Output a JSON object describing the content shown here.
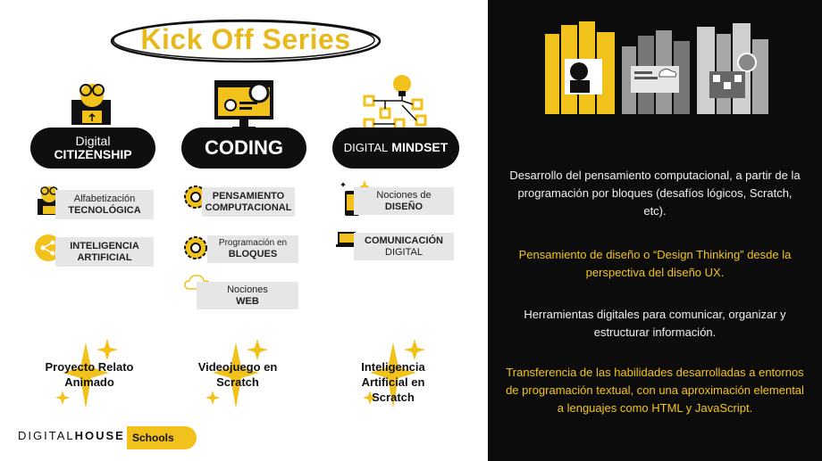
{
  "title": "Kick Off Series",
  "categories": {
    "citizenship": {
      "line1": "Digital",
      "line2": "CITIZENSHIP"
    },
    "coding": {
      "label": "CODING"
    },
    "mindset": {
      "line1": "DIGITAL",
      "line2": "MINDSET"
    }
  },
  "topics": {
    "alfabetizacion": {
      "line1": "Alfabetización",
      "line2": "TECNOLÓGICA"
    },
    "ia": {
      "line1": "INTELIGENCIA",
      "line2": "ARTIFICIAL"
    },
    "pensamiento": {
      "line1": "PENSAMIENTO",
      "line2": "COMPUTACIONAL"
    },
    "bloques": {
      "line1": "Programación en",
      "line2": "BLOQUES"
    },
    "web": {
      "line1": "Nociones",
      "line2": "WEB"
    },
    "diseno": {
      "line1": "Nociones de",
      "line2": "DISEÑO"
    },
    "comunicacion": {
      "line1": "COMUNICACIÓN",
      "line2": "DIGITAL"
    }
  },
  "projects": {
    "p1": {
      "line1": "Proyecto Relato",
      "line2": "Animado"
    },
    "p2": {
      "line1": "Videojuego en",
      "line2": "Scratch"
    },
    "p3": {
      "line1": "Inteligencia",
      "line2": "Artificial en",
      "line3": "Scratch"
    }
  },
  "brand": {
    "digital": "DIGITAL",
    "house": "HOUSE",
    "schools": "Schools"
  },
  "descriptions": {
    "d1": "Desarrollo del pensamiento computacional, a partir de la programación por bloques (desafíos lógicos, Scratch, etc).",
    "d2": "Pensamiento de diseño o “Design Thinking” desde la perspectiva del diseño UX.",
    "d3": "Herramientas digitales para comunicar, organizar y estructurar información.",
    "d4": "Transferencia de las habilidades desarrolladas a entornos de programación textual, con una aproximación elemental a lenguajes como HTML y JavaScript."
  },
  "colors": {
    "accent": "#f2c21c",
    "dark": "#0c0c0c",
    "chip": "#e6e6e6"
  },
  "icons": [
    "person-glasses-icon",
    "laptop-gear-icon",
    "lightbulb-network-icon",
    "gear-icon",
    "network-icon",
    "cloud-icon",
    "phone-star-icon",
    "megaphone-laptop-icon",
    "sparkle-icon",
    "books-illustration"
  ]
}
